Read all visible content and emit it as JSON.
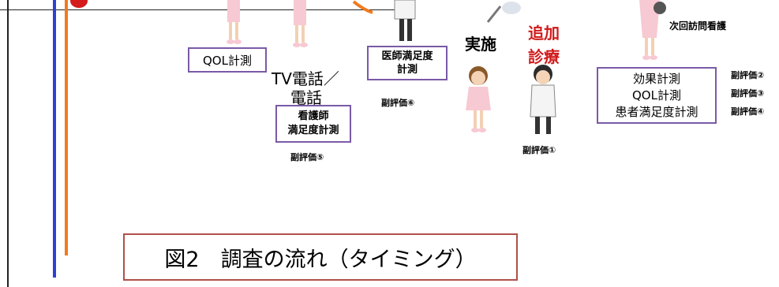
{
  "boxes": {
    "qol": "QOL計測",
    "doctor_satisfaction": [
      "医師満足度",
      "計測"
    ],
    "nurse_satisfaction": [
      "看護師",
      "満足度計測"
    ],
    "effects": [
      "効果計測",
      "QOL計測",
      "患者満足度計測"
    ]
  },
  "labels": {
    "tv_phone": "TV電話／",
    "phone": "電話",
    "implementation": "実施",
    "additional": "追加",
    "treatment": "診療",
    "next_visit": "次回訪問看護"
  },
  "sub_evals": {
    "e6": "副評価⑥",
    "e5": "副評価⑤",
    "e1": "副評価①",
    "e2": "副評価②",
    "e3": "副評価③",
    "e4": "副評価④"
  },
  "caption": "図2　調査の流れ（タイミング）",
  "colors": {
    "box_border": "#7a5aa6",
    "caption_border": "#b0504a",
    "additional_text": "#d11a1a",
    "line_blue": "#2e3fd6",
    "line_orange": "#f07a1e"
  }
}
